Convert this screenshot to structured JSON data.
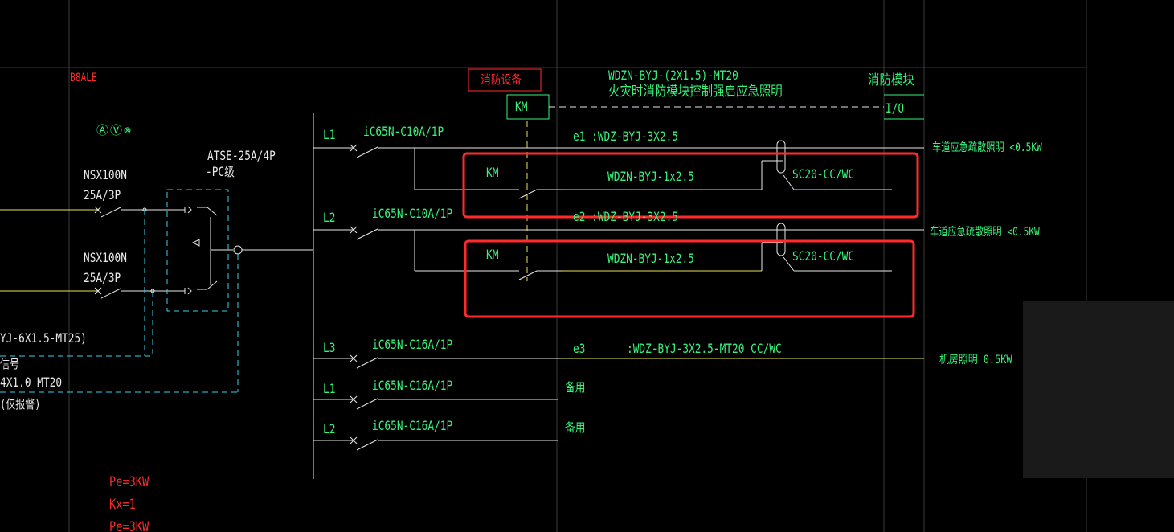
{
  "labels": {
    "b8ale": "B8ALE",
    "meters": "ⒶⓋ⊗",
    "nsx1_a": "NSX100N",
    "nsx1_b": "25A/3P",
    "nsx2_a": "NSX100N",
    "nsx2_b": "25A/3P",
    "atse_a": "ATSE-25A/4P",
    "atse_b": "-PC级",
    "left_cable": "YJ-6X1.5-MT25)",
    "left_sig": "信号",
    "left_cable2": "4X1.0 MT20",
    "left_note": "(仅报警)",
    "fire_equip": "消防设备",
    "km_top": "KM",
    "wdzn_top_a": "WDZN-BYJ-(2X1.5)-MT20",
    "wdzn_top_b": "火灾时消防模块控制强启应急照明",
    "fire_module": "消防模块",
    "io": "I/O",
    "l1": "L1",
    "brk1": "iC65N-C10A/1P",
    "e1": "e1  :WDZ-BYJ-3X2.5",
    "out1": "车道应急疏散照明 <0.5KW",
    "km1": "KM",
    "wdzn1": "WDZN-BYJ-1x2.5",
    "sc1": "SC20-CC/WC",
    "l2": "L2",
    "brk2": "iC65N-C10A/1P",
    "e2": "e2  :WDZ-BYJ-3X2.5",
    "out2": "车道应急疏散照明 <0.5KW",
    "km2": "KM",
    "wdzn2": "WDZN-BYJ-1x2.5",
    "sc2": "SC20-CC/WC",
    "l3": "L3",
    "brk3": "iC65N-C16A/1P",
    "e3": "e3",
    "e3_cable": ":WDZ-BYJ-3X2.5-MT20 CC/WC",
    "out3": "机房照明 0.5KW",
    "l1b": "L1",
    "brk4": "iC65N-C16A/1P",
    "spare1": "备用",
    "l2b": "L2",
    "brk5": "iC65N-C16A/1P",
    "spare2": "备用",
    "pe": "Pe=3KW",
    "kx": "Kx=1",
    "pe2": "Pe=3KW"
  },
  "colors": {
    "green": "#38f27a",
    "white": "#e8e8e8",
    "red": "#ff2b2b",
    "cyan": "#39d0e8",
    "yellow": "#e8e25a",
    "grid": "#3a3a3a"
  }
}
